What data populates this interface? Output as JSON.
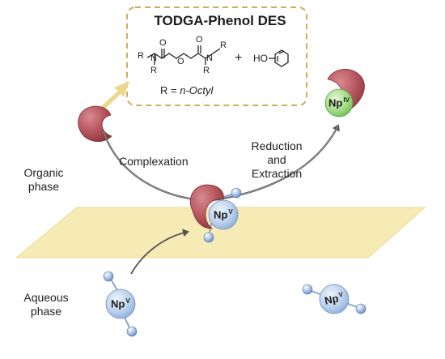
{
  "box": {
    "title": "TODGA-Phenol DES",
    "r_definition_prefix": "R = ",
    "r_definition_value": "n-Octyl",
    "plus": "+",
    "phenol_label": "HO",
    "amide_atoms": {
      "r": "R",
      "n": "N",
      "o": "O"
    },
    "border_color": "#cfae58"
  },
  "labels": {
    "organic_phase_line1": "Organic",
    "organic_phase_line2": "phase",
    "aqueous_phase_line1": "Aqueous",
    "aqueous_phase_line2": "phase",
    "complexation": "Complexation",
    "reduction_line1": "Reduction",
    "reduction_line2": "and",
    "reduction_line3": "Extraction"
  },
  "species": {
    "np5_symbol": "Np",
    "np5_charge": "V",
    "np4_symbol": "Np",
    "np4_charge": "IV"
  },
  "colors": {
    "interface": "#f4e8a8",
    "ligand": "#b5535a",
    "np5_sphere": "#bcd2ee",
    "np4_sphere": "#a5dd8b"
  }
}
